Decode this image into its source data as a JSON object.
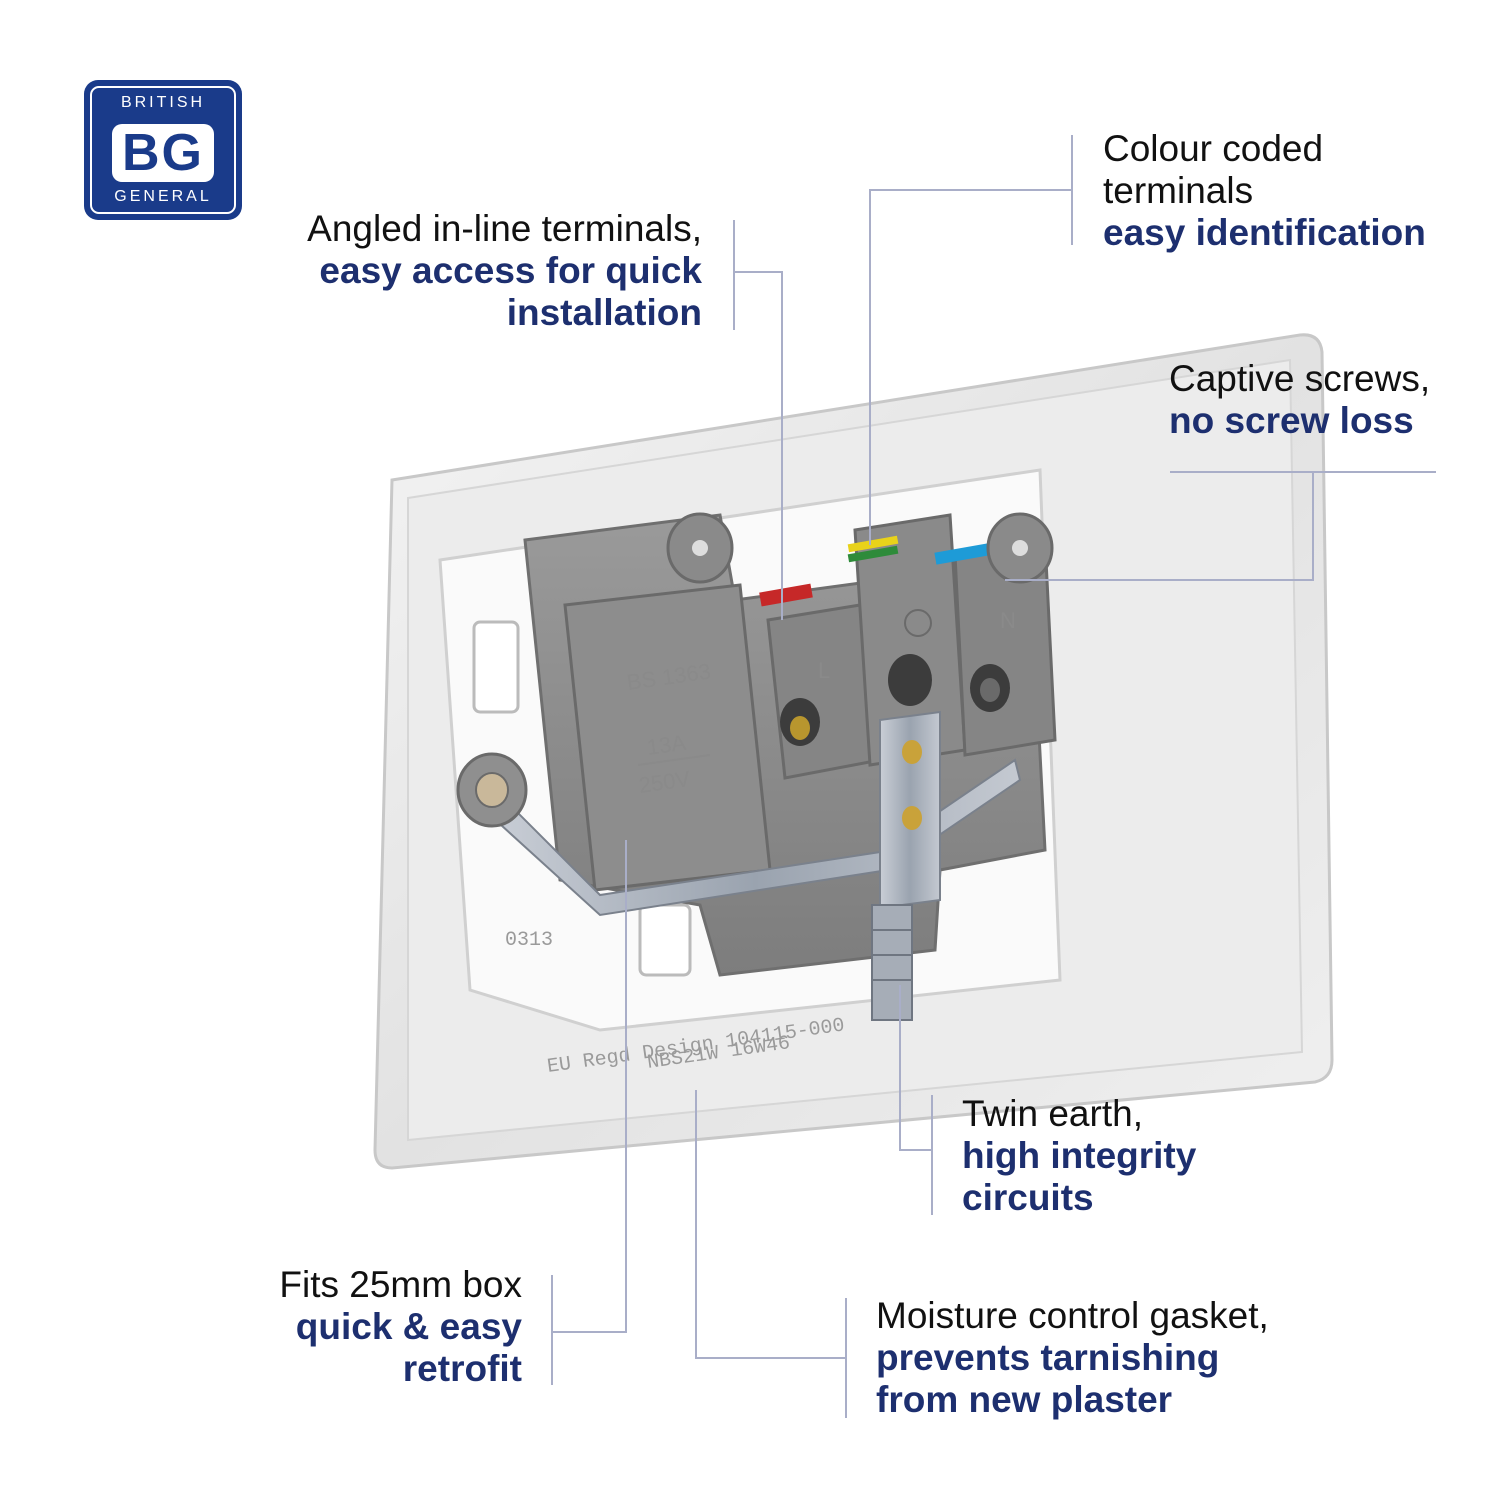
{
  "brand": {
    "top": "BRITISH",
    "mark": "BG",
    "bottom": "GENERAL"
  },
  "callouts": {
    "angled": {
      "line1": "Angled in-line terminals,",
      "line2": "easy access for quick",
      "line3": "installation"
    },
    "colour": {
      "line1": "Colour coded",
      "line2": "terminals",
      "line3": "easy identification"
    },
    "captive": {
      "line1": "Captive screws,",
      "line2": "no screw loss"
    },
    "twin": {
      "line1": "Twin earth,",
      "line2": "high integrity",
      "line3": "circuits"
    },
    "fits": {
      "line1": "Fits 25mm box",
      "line2": "quick & easy",
      "line3": "retrofit"
    },
    "moisture": {
      "line1": "Moisture control gasket,",
      "line2": "prevents tarnishing",
      "line3": "from new plaster"
    }
  },
  "socket_markings": {
    "standard": "BS 1363",
    "current": "13A",
    "voltage": "250V",
    "live": "L",
    "neutral": "N",
    "code": "0313",
    "design": "EU Regd Design 104115-000",
    "model": "NBS21W 16W46"
  },
  "colors": {
    "brand_blue": "#1a3b8a",
    "bold_text": "#1d2f6f",
    "leader_line": "#a9aec8",
    "live_red": "#c62828",
    "earth_yellow": "#e8d21a",
    "earth_green": "#2e8b3a",
    "neutral_blue": "#1e9bd7"
  }
}
